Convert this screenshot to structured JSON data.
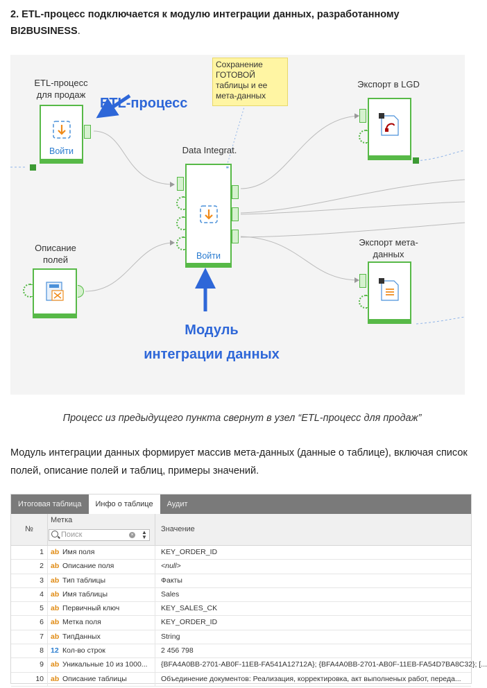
{
  "heading": {
    "number": "2.",
    "text": "ETL-процесс подключается к модулю интеграции данных, разработанному BI2BUSINESS",
    "tail": "."
  },
  "diagram": {
    "nodes": {
      "etl": {
        "label": "ETL-процесс для продаж",
        "button": "Войти"
      },
      "fields": {
        "label": "Описание полей"
      },
      "integration": {
        "label": "Data Integrat.",
        "button": "Войти"
      },
      "export_lgd": {
        "label": "Экспорт в LGD"
      },
      "export_meta": {
        "label": "Экспорт мета-данных"
      }
    },
    "annotations": {
      "etl_arrow_label": "ETL-процесс",
      "module_label_line1": "Модуль",
      "module_label_line2": "интеграции данных",
      "sticky_note": "Сохранение ГОТОВОЙ таблицы и ее мета-данных"
    },
    "colors": {
      "node_border": "#57b947",
      "annotation_blue": "#2e67d8",
      "sticky": "#fff5a3"
    }
  },
  "caption": "Процесс из предыдущего пункта свернут в узел “ETL-процесс для продаж”",
  "paragraph": "Модуль интеграции данных формирует массив мета-данных (данные о таблице), включая список полей, описание полей и таблиц, примеры значений.",
  "table": {
    "tabs": [
      "Итоговая таблица",
      "Инфо о таблице",
      "Аудит"
    ],
    "active_tab": 1,
    "headers": {
      "num": "№",
      "label": "Метка",
      "value": "Значение"
    },
    "search": {
      "placeholder": "Поиск"
    },
    "rows": [
      {
        "n": "1",
        "type": "ab",
        "key": "Имя поля",
        "value": "KEY_ORDER_ID"
      },
      {
        "n": "2",
        "type": "ab",
        "key": "Описание поля",
        "value": "<null>"
      },
      {
        "n": "3",
        "type": "ab",
        "key": "Тип таблицы",
        "value": "Факты"
      },
      {
        "n": "4",
        "type": "ab",
        "key": "Имя таблицы",
        "value": "Sales"
      },
      {
        "n": "5",
        "type": "ab",
        "key": "Первичный ключ",
        "value": "KEY_SALES_CK"
      },
      {
        "n": "6",
        "type": "ab",
        "key": "Метка поля",
        "value": "KEY_ORDER_ID"
      },
      {
        "n": "7",
        "type": "ab",
        "key": "ТипДанных",
        "value": "String"
      },
      {
        "n": "8",
        "type": "12",
        "key": "Кол-во строк",
        "value": "2 456 798"
      },
      {
        "n": "9",
        "type": "ab",
        "key": "Уникальные 10 из 1000...",
        "value": "{BFA4A0BB-2701-AB0F-11EB-FA541A12712A}; {BFA4A0BB-2701-AB0F-11EB-FA54D7BA8C32}; [..."
      },
      {
        "n": "10",
        "type": "ab",
        "key": "Описание таблицы",
        "value": "Объединение документов: Реализация, корректировка, акт выполненых работ, переда..."
      }
    ]
  }
}
